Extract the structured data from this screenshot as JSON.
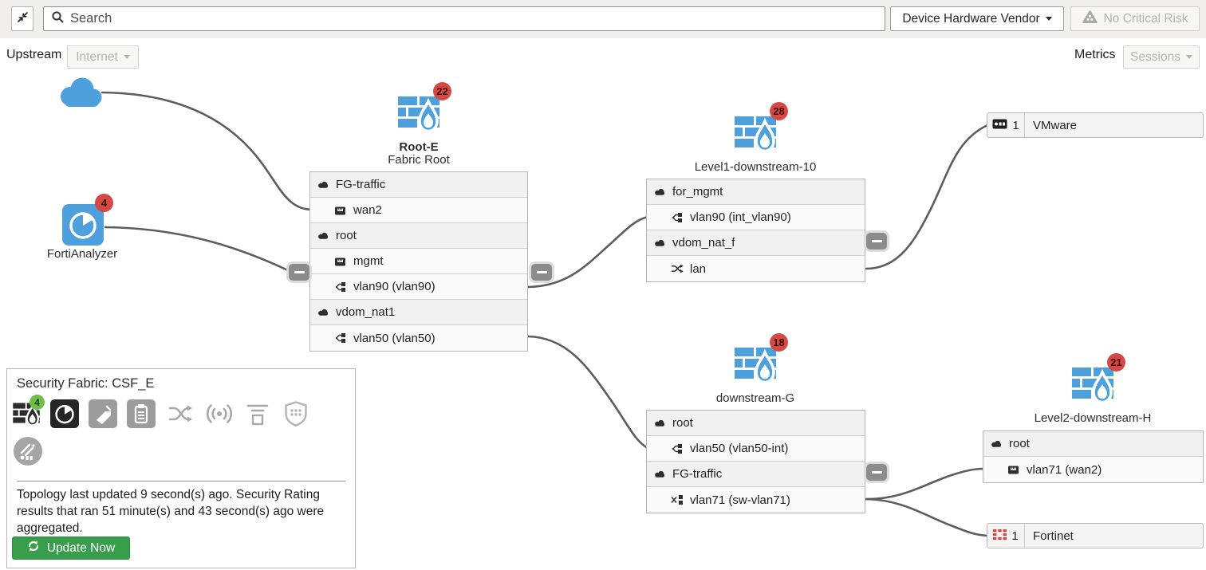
{
  "topbar": {
    "search_placeholder": "Search",
    "vendor_button": "Device Hardware Vendor",
    "risk_button": "No Critical Risk"
  },
  "toolbar": {
    "upstream_label": "Upstream",
    "upstream_value": "Internet",
    "metrics_label": "Metrics",
    "metrics_value": "Sessions"
  },
  "canvas": {
    "fortianalyzer": {
      "label": "FortiAnalyzer",
      "badge": "4"
    },
    "root_e": {
      "title": "Root-E",
      "subtitle": "Fabric Root",
      "badge": "22",
      "rows": [
        {
          "type": "vdom",
          "label": "FG-traffic"
        },
        {
          "type": "port",
          "label": "wan2"
        },
        {
          "type": "vdom",
          "label": "root"
        },
        {
          "type": "port",
          "label": "mgmt"
        },
        {
          "type": "vlan",
          "label": "vlan90 (vlan90)"
        },
        {
          "type": "vdom",
          "label": "vdom_nat1"
        },
        {
          "type": "vlan",
          "label": "vlan50 (vlan50)"
        }
      ]
    },
    "level1": {
      "title": "Level1-downstream-10",
      "badge": "28",
      "rows": [
        {
          "type": "vdom",
          "label": "for_mgmt"
        },
        {
          "type": "vlan",
          "label": "vlan90 (int_vlan90)"
        },
        {
          "type": "vdom",
          "label": "vdom_nat_f"
        },
        {
          "type": "switch",
          "label": "lan"
        }
      ]
    },
    "downstream_g": {
      "title": "downstream-G",
      "badge": "18",
      "rows": [
        {
          "type": "vdom",
          "label": "root"
        },
        {
          "type": "vlan",
          "label": "vlan50 (vlan50-int)"
        },
        {
          "type": "vdom",
          "label": "FG-traffic"
        },
        {
          "type": "swvlan",
          "label": "vlan71 (sw-vlan71)"
        }
      ]
    },
    "level2": {
      "title": "Level2-downstream-H",
      "badge": "21",
      "rows": [
        {
          "type": "vdom",
          "label": "root"
        },
        {
          "type": "port",
          "label": "vlan71 (wan2)"
        }
      ]
    },
    "vmware": {
      "count": "1",
      "label": "VMware"
    },
    "fortinet": {
      "count": "1",
      "label": "Fortinet"
    }
  },
  "fabric_panel": {
    "title": "Security Fabric: CSF_E",
    "fortigate_badge": "4",
    "status_text": "Topology last updated 9 second(s) ago. Security Rating results that ran 51 minute(s) and 43 second(s) ago were aggregated.",
    "update_button": "Update Now"
  },
  "colors": {
    "fortinet_blue": "#4da0dc",
    "badge_red": "#d64843",
    "badge_green": "#6fbf49",
    "update_green": "#389e4b",
    "link_gray": "#5d5d5d"
  }
}
